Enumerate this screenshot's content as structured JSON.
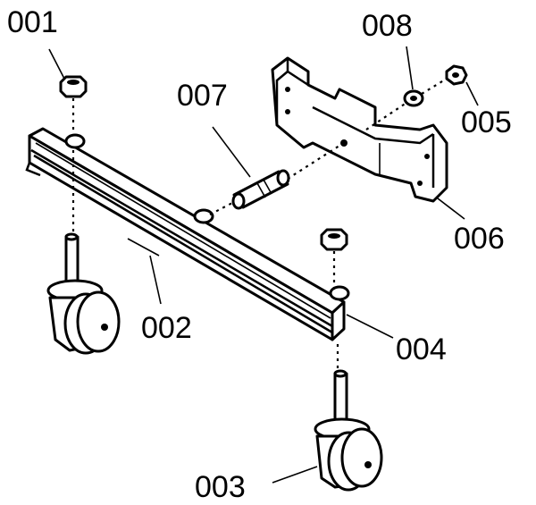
{
  "diagram": {
    "labels": {
      "p001": "001",
      "p002": "002",
      "p003": "003",
      "p004": "004",
      "p005": "005",
      "p006": "006",
      "p007": "007",
      "p008": "008"
    }
  }
}
